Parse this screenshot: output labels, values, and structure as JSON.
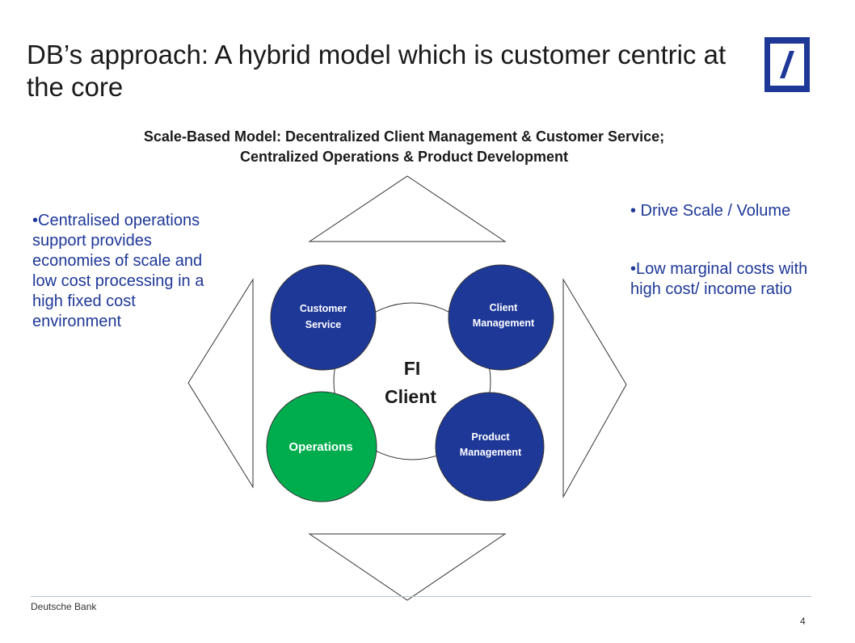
{
  "slide": {
    "title_line1": "DB’s approach: A hybrid model which is customer centric at",
    "title_line2": "the core",
    "subtitle_line1": "Scale-Based Model: Decentralized Client Management & Customer Service;",
    "subtitle_line2": "Centralized Operations & Product Development"
  },
  "left_note": {
    "text": "•Centralised operations support provides economies of scale and low cost processing in a high fixed cost environment"
  },
  "right_notes": {
    "point1": "• Drive Scale / Volume",
    "point2": "•Low marginal costs with high cost/ income ratio"
  },
  "diagram": {
    "center_line1": "FI",
    "center_line2": "Client",
    "nodes": {
      "customer_service": {
        "line1": "Customer",
        "line2": "Service",
        "color": "#1e3898"
      },
      "client_management": {
        "line1": "Client",
        "line2": "Management",
        "color": "#1e3898"
      },
      "operations": {
        "line1": "Operations",
        "color": "#00ad4e"
      },
      "product_management": {
        "line1": "Product",
        "line2": "Management",
        "color": "#1e3898"
      }
    }
  },
  "footer": {
    "company": "Deutsche Bank",
    "page": "4"
  },
  "colors": {
    "brand_blue": "#1e3898",
    "operations_green": "#00ad4e"
  }
}
